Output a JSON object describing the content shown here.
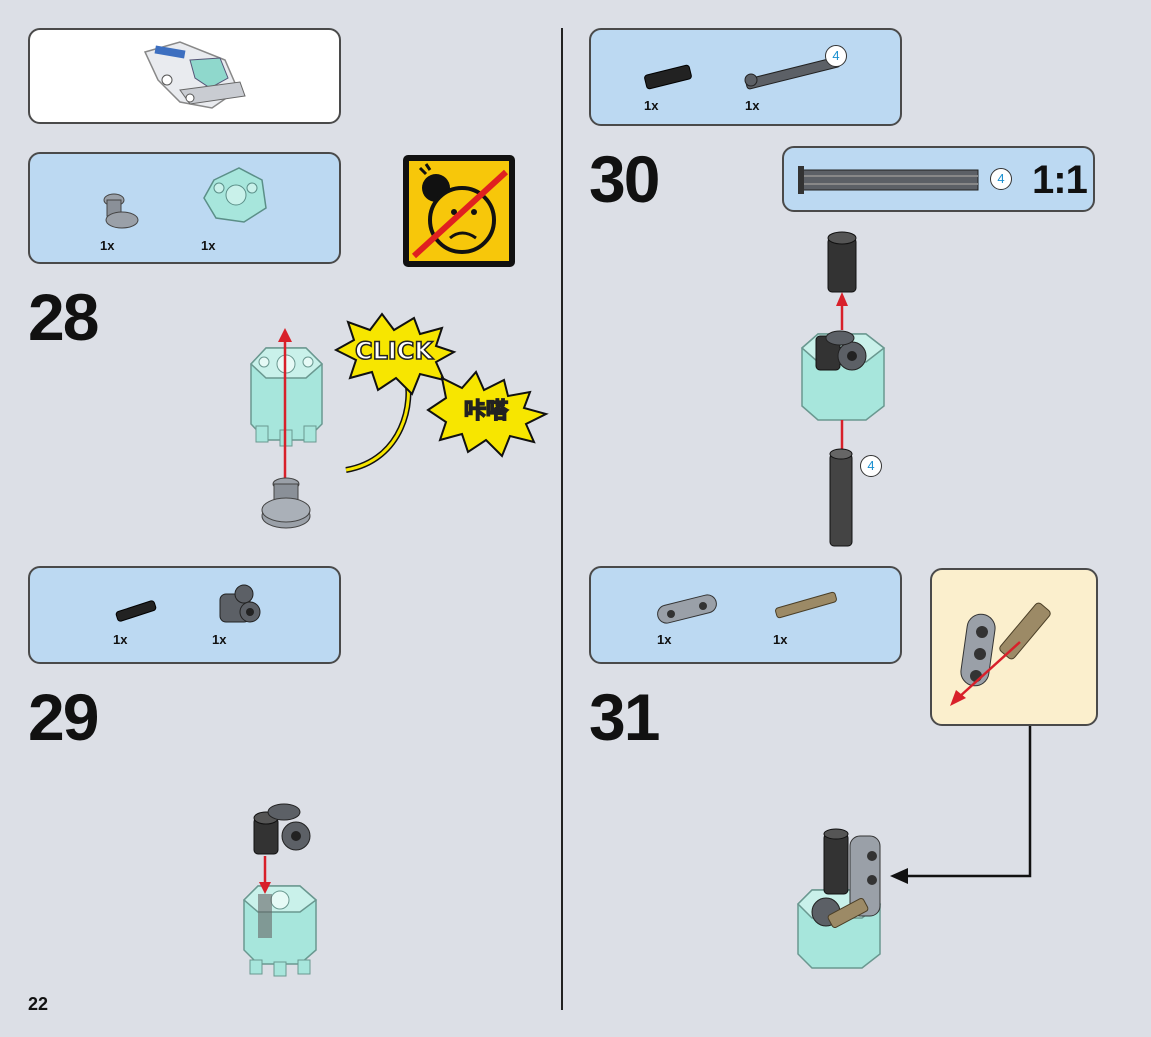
{
  "page": {
    "number": "22"
  },
  "steps": {
    "s28": {
      "number": "28",
      "parts": [
        {
          "qty": "1x"
        },
        {
          "qty": "1x"
        }
      ],
      "sound_en": "CLICK",
      "sound_zh": "咔嗒"
    },
    "s29": {
      "number": "29",
      "parts": [
        {
          "qty": "1x"
        },
        {
          "qty": "1x"
        }
      ]
    },
    "s30": {
      "number": "30",
      "parts": [
        {
          "qty": "1x"
        },
        {
          "qty": "1x",
          "length": "4"
        }
      ],
      "ruler": {
        "length": "4",
        "scale": "1:1"
      },
      "axle_length": "4"
    },
    "s31": {
      "number": "31",
      "parts": [
        {
          "qty": "1x"
        },
        {
          "qty": "1x"
        }
      ]
    }
  },
  "icons": {
    "warning": "choking-hazard-icon"
  },
  "colors": {
    "background": "#dcdfe6",
    "parts_box": "#bcd9f2",
    "subassembly_box": "#fbefcd",
    "trans_light_blue": "#a7e6dc",
    "arrow_red": "#d8202a",
    "warning_yellow": "#f7c70a"
  }
}
